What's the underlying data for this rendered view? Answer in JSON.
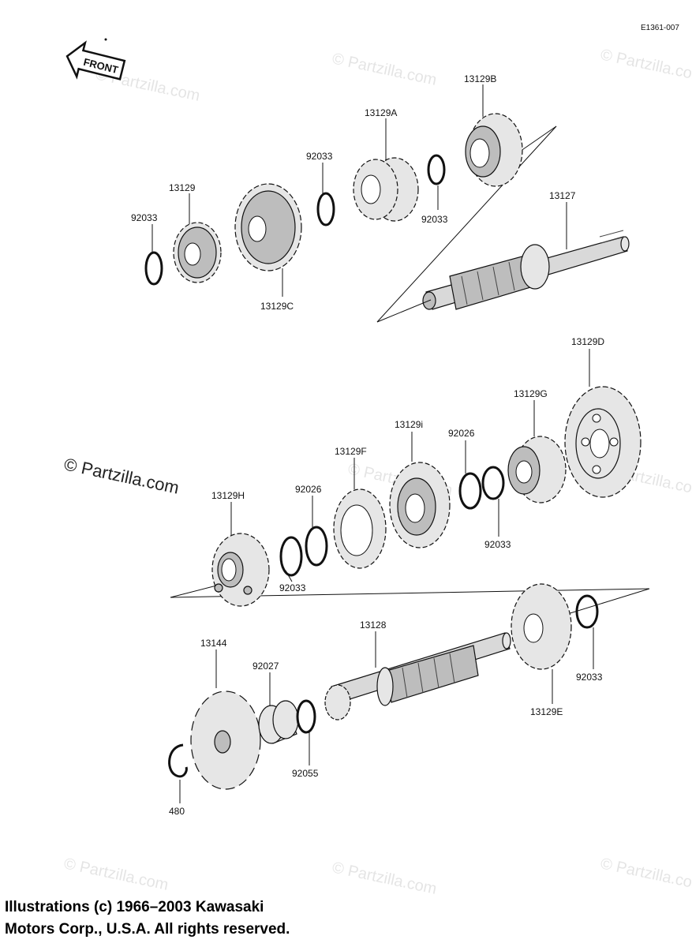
{
  "diagram": {
    "code": "E1361-007",
    "front_label": "FRONT",
    "watermark": "© Partzilla.com"
  },
  "parts": {
    "p_92033_a": "92033",
    "p_13129": "13129",
    "p_13129c": "13129C",
    "p_92033_b": "92033",
    "p_13129a": "13129A",
    "p_92033_c": "92033",
    "p_13129b": "13129B",
    "p_13127": "13127",
    "p_13129d": "13129D",
    "p_13129g": "13129G",
    "p_92026_a": "92026",
    "p_13129i": "13129i",
    "p_13129f": "13129F",
    "p_92026_b": "92026",
    "p_13129h": "13129H",
    "p_92033_d": "92033",
    "p_92033_e": "92033",
    "p_13128": "13128",
    "p_13144": "13144",
    "p_92027": "92027",
    "p_92055": "92055",
    "p_480": "480",
    "p_13129e": "13129E",
    "p_92033_f": "92033"
  },
  "copyright": {
    "line1": "Illustrations (c) 1966–2003 Kawasaki",
    "line2": "Motors Corp., U.S.A.  All rights reserved."
  }
}
